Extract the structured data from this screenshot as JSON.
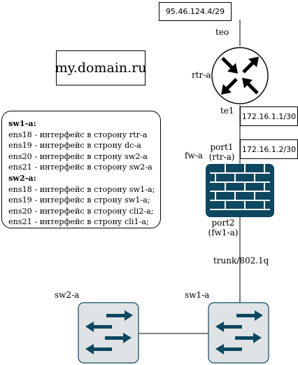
{
  "labels": {
    "wan_subnet": "95.46.124.4/29",
    "teo": "teo",
    "domain": "my.domain.ru",
    "rtr_name": "rtr-a",
    "te1": "te1",
    "net1": "172.16.1.1/30",
    "net2": "172.16.1.2/30",
    "fw_name": "fw-a",
    "port1": "port1",
    "port1_sub": "(rtr-a)",
    "port2": "port2",
    "port2_sub": "(fw1-a)",
    "trunk": "trunk/802.1q",
    "sw2_name": "sw2-a",
    "sw1_name": "sw1-a"
  },
  "legend": {
    "sw1_header": "sw1-a:",
    "sw1_lines": [
      "ens18 - интерфейс в сторону rtr-a",
      "ens19 - интерфейс в строну dc-a",
      "ens20 - интерфейс в строну sw2-a",
      "ens21 - интерфейс в сторону sw2-a"
    ],
    "sw2_header": "sw2-a:",
    "sw2_lines": [
      "ens18 - интерфейс в сторону sw1-a;",
      "ens19 - интерфейс в строну sw1-a;",
      "ens20 - интерфейс в сторону cli2-a;",
      "ens21 - интерфейс в строну cli1-a;"
    ]
  },
  "colors": {
    "device_blue": "#0d4760",
    "switch_fill": "#dfe3e6",
    "switch_arrow": "#0d4760",
    "line": "#000000"
  }
}
